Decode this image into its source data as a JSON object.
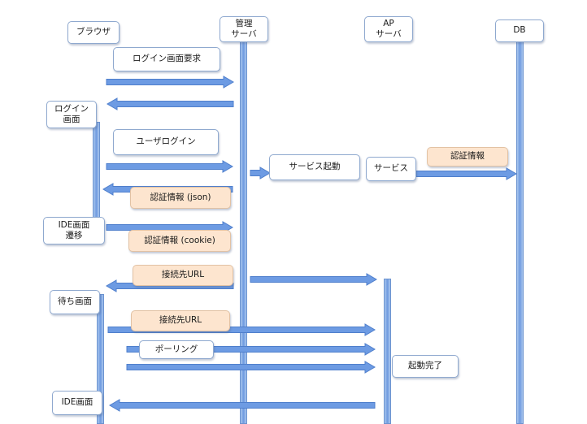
{
  "participants": {
    "browser": "ブラウザ",
    "mgmt": "管理\nサーバ",
    "ap": "AP\nサーバ",
    "db": "DB"
  },
  "messages": {
    "login_request": "ログイン画面要求",
    "user_login": "ユーザログイン",
    "service_start": "サービス起動",
    "service": "サービス",
    "auth_info_db": "認証情報",
    "auth_json": "認証情報 (json)",
    "auth_cookie": "認証情報 (cookie)",
    "conn_url_1": "接続先URL",
    "conn_url_2": "接続先URL",
    "polling": "ポーリング",
    "start_complete": "起動完了"
  },
  "states": {
    "login_screen": "ログイン\n画面",
    "ide_transition": "IDE画面\n遷移",
    "waiting_screen": "待ち画面",
    "ide_screen": "IDE画面"
  },
  "colors": {
    "arrow": "#6d9be3",
    "arrow_stroke": "#4f7fcc",
    "box_border": "#8fa9cf",
    "peach": "#fde5cf"
  }
}
